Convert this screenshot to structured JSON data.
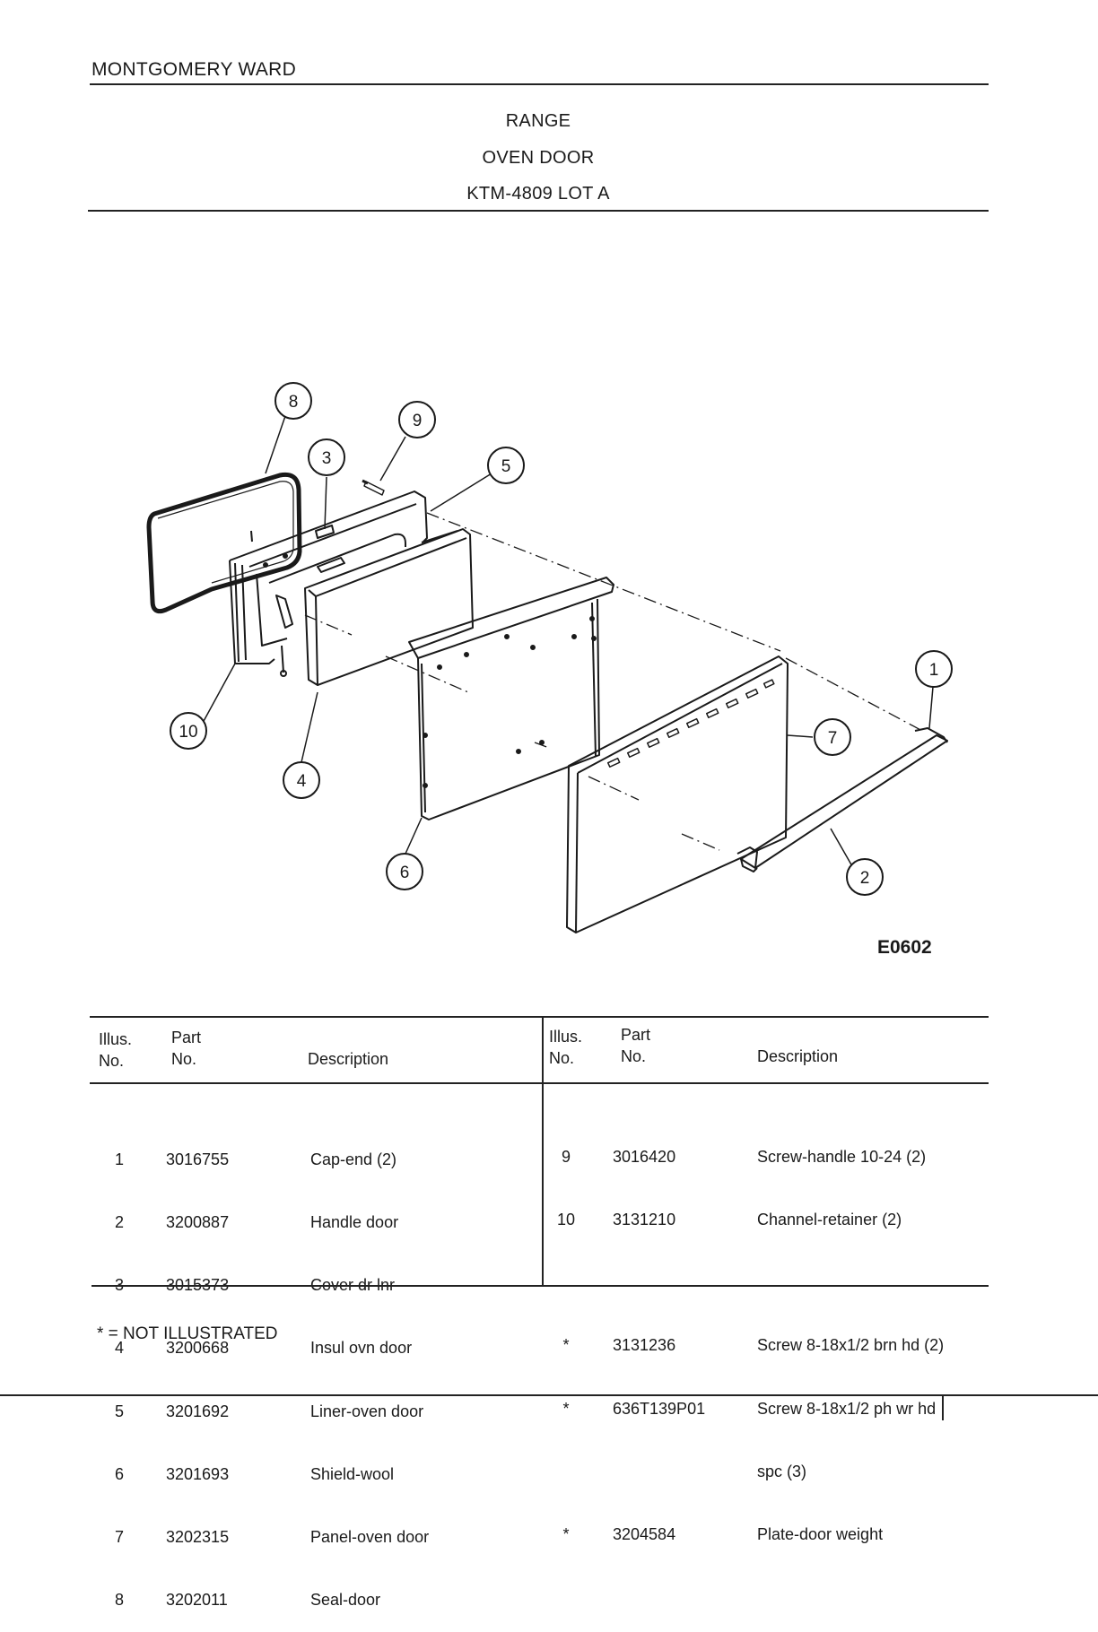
{
  "header": {
    "brand": "MONTGOMERY WARD",
    "title": "RANGE",
    "subtitle": "OVEN DOOR",
    "model": "KTM-4809 LOT A"
  },
  "diagram": {
    "code": "E0602",
    "callouts": [
      "1",
      "2",
      "3",
      "4",
      "5",
      "6",
      "7",
      "8",
      "9",
      "10"
    ]
  },
  "table": {
    "headers": {
      "illus_line1": "Illus.",
      "illus_line2": "No.",
      "part_line1": "Part",
      "part_line2": "No.",
      "description": "Description"
    },
    "left_rows": [
      {
        "illus": "1",
        "part": "3016755",
        "desc": "Cap-end (2)"
      },
      {
        "illus": "2",
        "part": "3200887",
        "desc": "Handle door"
      },
      {
        "illus": "3",
        "part": "3015373",
        "desc": "Cover dr lnr"
      },
      {
        "illus": "4",
        "part": "3200668",
        "desc": "Insul ovn door"
      },
      {
        "illus": "5",
        "part": "3201692",
        "desc": "Liner-oven door"
      },
      {
        "illus": "6",
        "part": "3201693",
        "desc": "Shield-wool"
      },
      {
        "illus": "7",
        "part": "3202315",
        "desc": "Panel-oven door"
      },
      {
        "illus": "8",
        "part": "3202011",
        "desc": "Seal-door"
      }
    ],
    "right_rows": [
      {
        "illus": "9",
        "part": "3016420",
        "desc": "Screw-handle 10-24 (2)"
      },
      {
        "illus": "10",
        "part": "3131210",
        "desc": "Channel-retainer (2)"
      },
      {
        "illus": "",
        "part": "",
        "desc": ""
      },
      {
        "illus": "*",
        "part": "3131236",
        "desc": "Screw 8-18x1/2 brn hd (2)"
      },
      {
        "illus": "*",
        "part": "636T139P01",
        "desc": "Screw 8-18x1/2 ph wr hd"
      },
      {
        "illus": "",
        "part": "",
        "desc": "spc (3)"
      },
      {
        "illus": "*",
        "part": "3204584",
        "desc": "Plate-door weight"
      }
    ]
  },
  "footnote": "* = NOT ILLUSTRATED"
}
